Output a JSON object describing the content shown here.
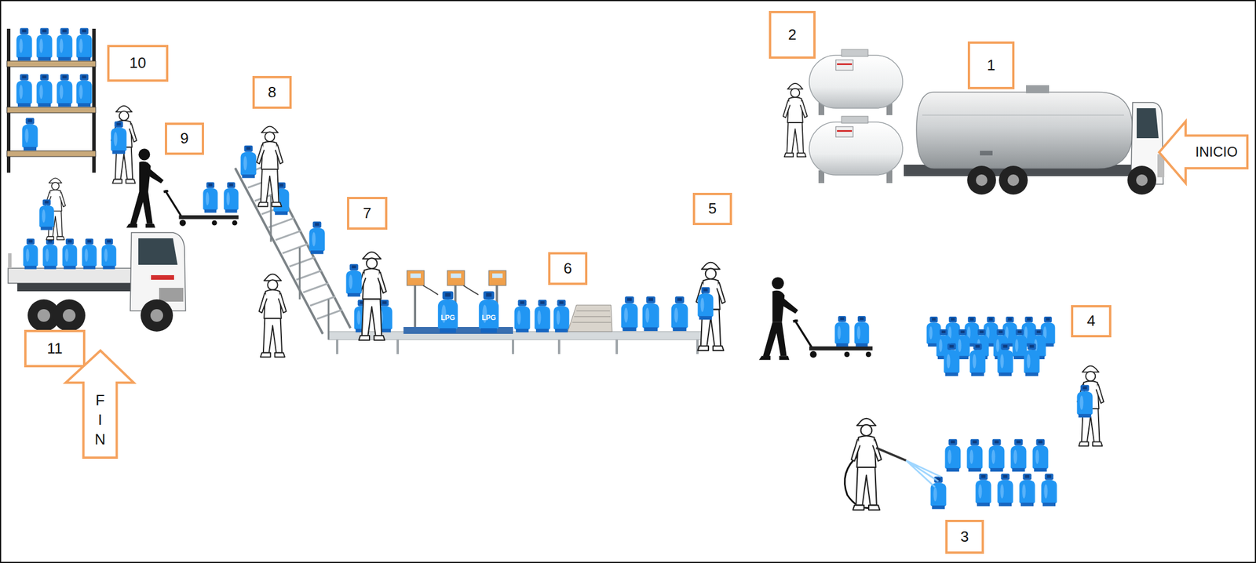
{
  "diagram": {
    "nodes": [
      {
        "text": [
          "1"
        ]
      },
      {
        "text": [
          "2"
        ]
      },
      {
        "text": [
          "3"
        ]
      },
      {
        "text": [
          "4"
        ]
      },
      {
        "text": [
          "5"
        ]
      },
      {
        "text": [
          "6"
        ]
      },
      {
        "text": [
          "7"
        ]
      },
      {
        "text": [
          "8"
        ]
      },
      {
        "text": [
          "9"
        ]
      },
      {
        "text": [
          "10"
        ]
      },
      {
        "text": [
          "11"
        ]
      },
      {
        "text": [
          "INICIO"
        ]
      },
      {
        "text": [
          "F I N"
        ]
      }
    ],
    "labels": [
      "LPG",
      "LPG"
    ]
  }
}
